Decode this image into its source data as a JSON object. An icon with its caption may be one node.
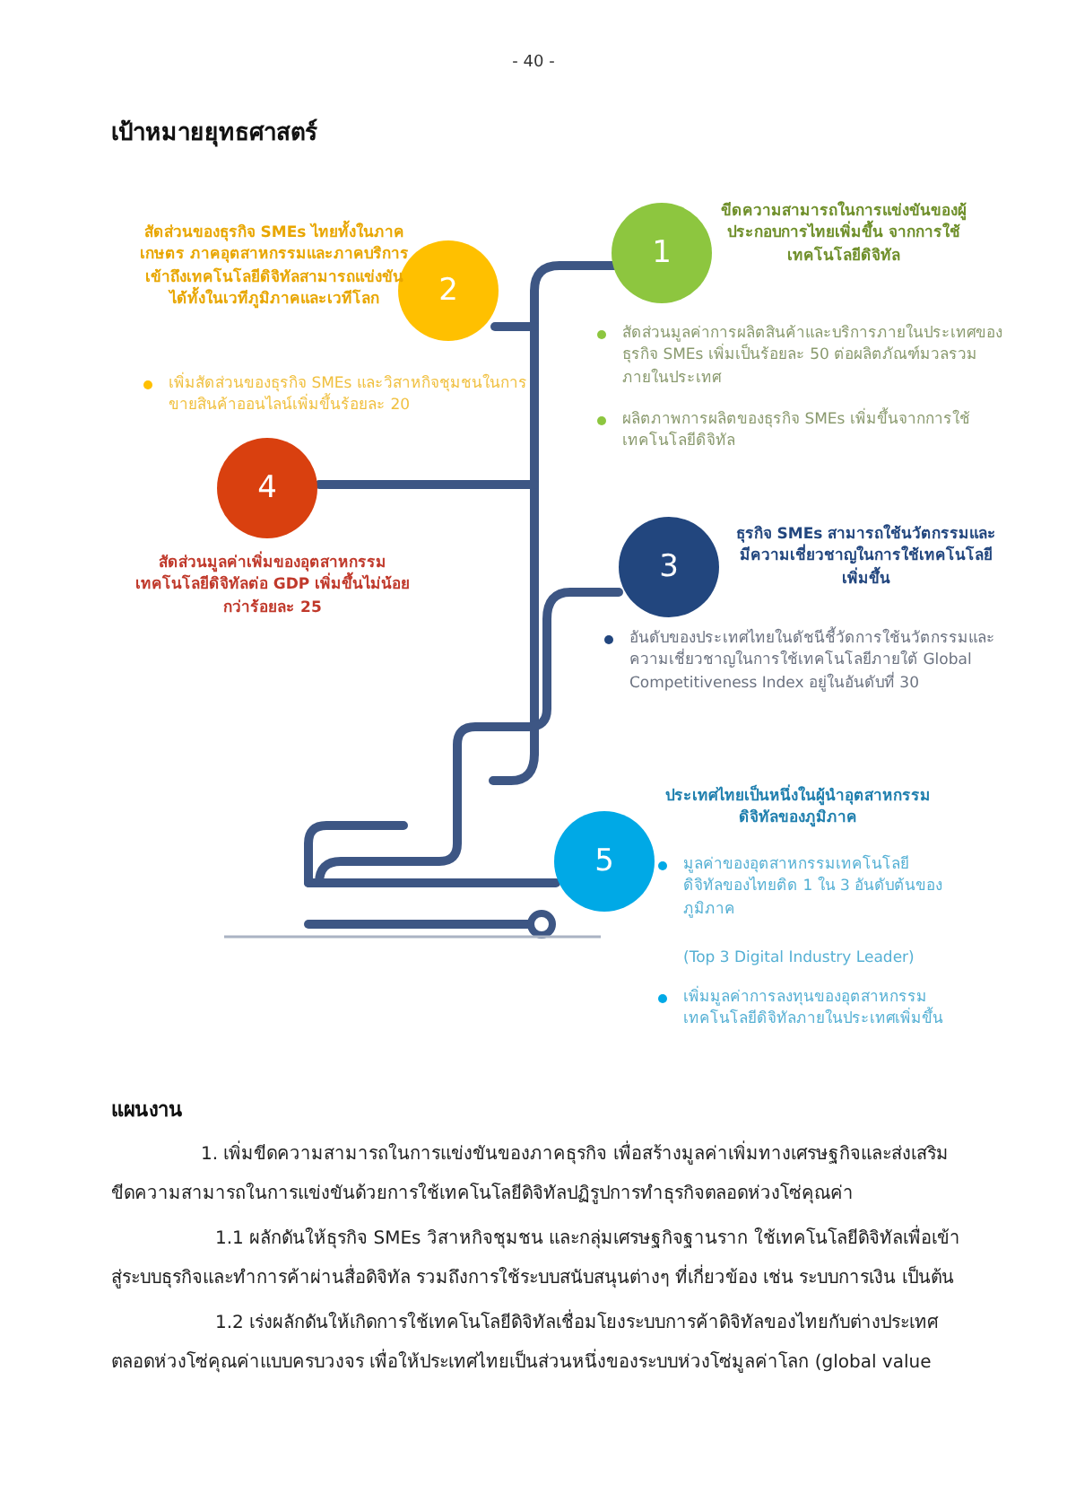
{
  "diagram": {
    "title": "เป้าหมายยุทธศาสตร์",
    "nodes": [
      {
        "text": [
          "1"
        ],
        "beside": [
          "ขีดความสามารถในการแข่งขันของผู้ประกอบการไทยเพิ่มขึ้น จากการใช้เทคโนโลยีดิจิทัล",
          "สัดส่วนมูลค่าการผลิตสินค้าและบริการภายในประเทศของธุรกิจ SMEs เพิ่มเป็นร้อยละ 50 ต่อผลิตภัณฑ์มวลรวมภายในประเทศ",
          "ผลิตภาพการผลิตของธุรกิจ SMEs เพิ่มขึ้นจากการใช้เทคโนโลยีดิจิทัล"
        ]
      },
      {
        "text": [
          "2"
        ],
        "beside": [
          "สัดส่วนของธุรกิจ SMEs ไทยทั้งในภาคเกษตร ภาคอุตสาหกรรมและภาคบริการเข้าถึงเทคโนโลยีดิจิทัลสามารถแข่งขันได้ทั้งในเวทีภูมิภาคและเวทีโลก",
          "เพิ่มสัดส่วนของธุรกิจ SMEs และวิสาหกิจชุมชนในการขายสินค้าออนไลน์เพิ่มขึ้นร้อยละ 20"
        ]
      },
      {
        "text": [
          "4"
        ],
        "beside": [
          "สัดส่วนมูลค่าเพิ่มของอุตสาหกรรมเทคโนโลยีดิจิทัลต่อ GDP เพิ่มขึ้นไม่น้อยกว่าร้อยละ 25"
        ]
      },
      {
        "text": [
          "3"
        ],
        "beside": [
          "ธุรกิจ SMEs สามารถใช้นวัตกรรมและมีความเชี่ยวชาญในการใช้เทคโนโลยีเพิ่มขึ้น",
          "อันดับของประเทศไทยในดัชนีชี้วัดการใช้นวัตกรรมและความเชี่ยวชาญในการใช้เทคโนโลยีภายใต้ Global Competitiveness Index อยู่ในอันดับที่ 30"
        ]
      },
      {
        "text": [
          "5"
        ],
        "beside": [
          "ประเทศไทยเป็นหนึ่งในผู้นำอุตสาหกรรมดิจิทัลของภูมิภาค",
          "มูลค่าของอุตสาหกรรมเทคโนโลยีดิจิทัลของไทยติด 1 ใน 3 อันดับต้นของภูมิภาค",
          "(Top 3 Digital Industry Leader)",
          "เพิ่มมูลค่าการลงทุนของอุตสาหกรรมเทคโนโลยีดิจิทัลภายในประเทศเพิ่มขึ้น"
        ]
      }
    ],
    "labels": [
      "- 40 -",
      "แผนงาน",
      "1. เพิ่มขีดความสามารถในการแข่งขันของภาคธุรกิจ เพื่อสร้างมูลค่าเพิ่มทางเศรษฐกิจและส่งเสริมขีดความสามารถในการแข่งขันด้วยการใช้เทคโนโลยีดิจิทัลปฏิรูปการทำธุรกิจตลอดห่วงโซ่คุณค่า",
      "1.1 ผลักดันให้ธุรกิจ SMEs วิสาหกิจชุมชน และกลุ่มเศรษฐกิจฐานราก ใช้เทคโนโลยีดิจิทัลเพื่อเข้าสู่ระบบธุรกิจและทำการค้าผ่านสื่อดิจิทัล รวมถึงการใช้ระบบสนับสนุนต่างๆ ที่เกี่ยวข้อง เช่น ระบบการเงิน เป็นต้น",
      "1.2 เร่งผลักดันให้เกิดการใช้เทคโนโลยีดิจิทัลเชื่อมโยงระบบการค้าดิจิทัลของไทยกับต่างประเทศตลอดห่วงโซ่คุณค่าแบบครบวงจร เพื่อให้ประเทศไทยเป็นส่วนหนึ่งของระบบห่วงโซ่มูลค่าโลก (global value"
    ]
  }
}
